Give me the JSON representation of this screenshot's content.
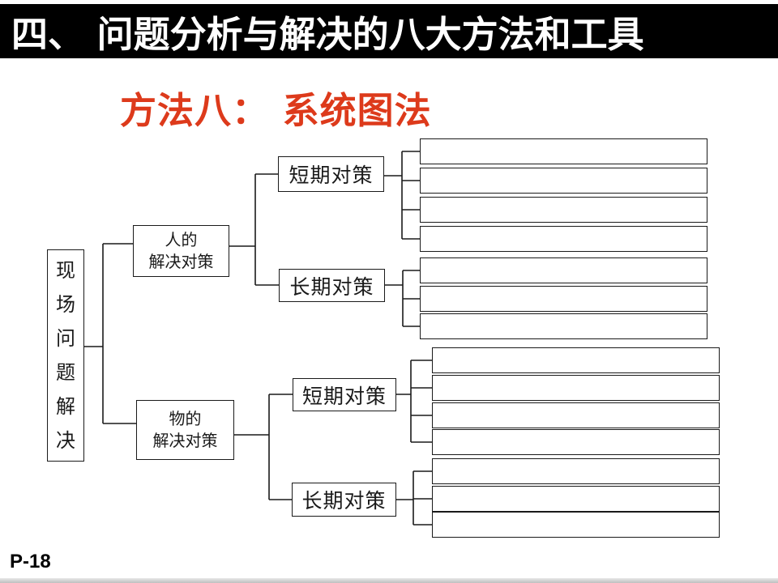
{
  "header": {
    "title": "四、 问题分析与解决的八大方法和工具"
  },
  "subtitle": {
    "text": "方法八： 系统图法"
  },
  "footer": {
    "page_number": "P-18"
  },
  "colors": {
    "header_bg": "#000000",
    "header_text": "#FFFFFF",
    "accent": "#DD3A1B",
    "line": "#1A1A1A",
    "box_bg": "#FFFFFF"
  },
  "diagram": {
    "root": {
      "label": "现场问题解决"
    },
    "branches": [
      {
        "label": "人的\n解决对策",
        "children": [
          {
            "label": "短期对策",
            "empty_slots": 4
          },
          {
            "label": "长期对策",
            "empty_slots": 3
          }
        ]
      },
      {
        "label": "物的\n解决对策",
        "children": [
          {
            "label": "短期对策",
            "empty_slots": 4
          },
          {
            "label": "长期对策",
            "empty_slots": 3
          }
        ]
      }
    ]
  }
}
